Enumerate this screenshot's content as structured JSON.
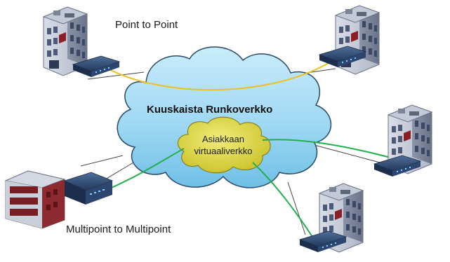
{
  "labels": {
    "point_to_point": "Point to Point",
    "multipoint": "Multipoint  to Multipoint"
  },
  "cloud": {
    "title": "Kuuskaista Runkoverkko",
    "inner_line1": "Asiakkaan",
    "inner_line2": "virtuaaliverkko"
  },
  "colors": {
    "cloud_fill": "#9fd8f3",
    "cloud_stroke": "#2a4a66",
    "inner_cloud_fill": "#d8d23a",
    "point_to_point_link": "#f0c020",
    "multipoint_link": "#22b04a",
    "access_link": "#444444"
  },
  "icons": [
    "office-building-icon",
    "network-router-icon"
  ]
}
